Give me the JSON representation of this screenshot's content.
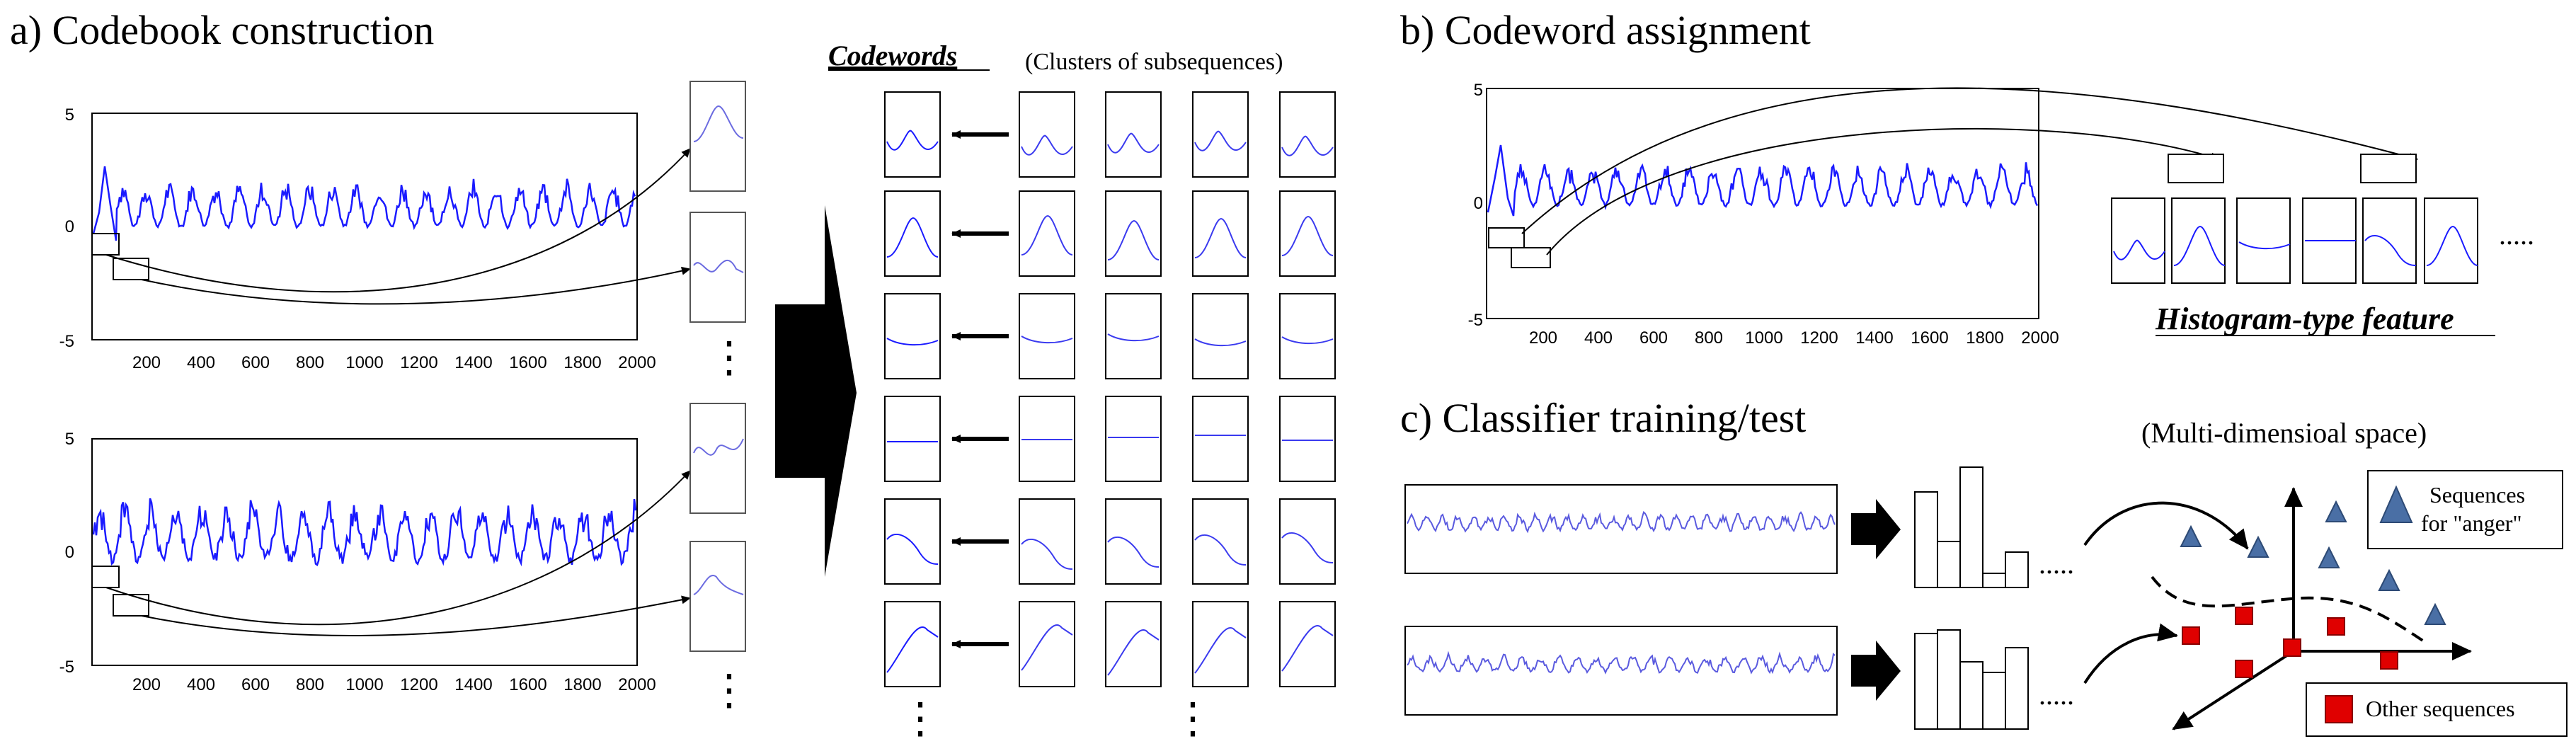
{
  "panel_a": {
    "title": "a) Codebook construction",
    "codewords_label": "Codewords",
    "clusters_label": "(Clusters of subsequences)",
    "x_ticks": [
      "200",
      "400",
      "600",
      "800",
      "1000",
      "1200",
      "1400",
      "1600",
      "1800",
      "2000"
    ],
    "y_ticks": [
      "5",
      "0",
      "-5"
    ],
    "ellipsis": "⋮"
  },
  "panel_b": {
    "title": "b) Codeword assignment",
    "x_ticks": [
      "200",
      "400",
      "600",
      "800",
      "1000",
      "1200",
      "1400",
      "1600",
      "1800",
      "2000"
    ],
    "y_ticks": [
      "5",
      "0",
      "-5"
    ],
    "histogram_label": "Histogram-type feature",
    "dots": "....."
  },
  "panel_c": {
    "title": "c) Classifier training/test",
    "space_label": "(Multi-dimensioal space)",
    "legend_triangle_line1": "Sequences",
    "legend_triangle_line2": "for \"anger\"",
    "legend_square": "Other sequences",
    "dots": "....."
  },
  "colors": {
    "signal": "#1a1aff",
    "signal_light": "#5a5adf",
    "triangle": "#4a6fa5",
    "square": "#e00000"
  }
}
